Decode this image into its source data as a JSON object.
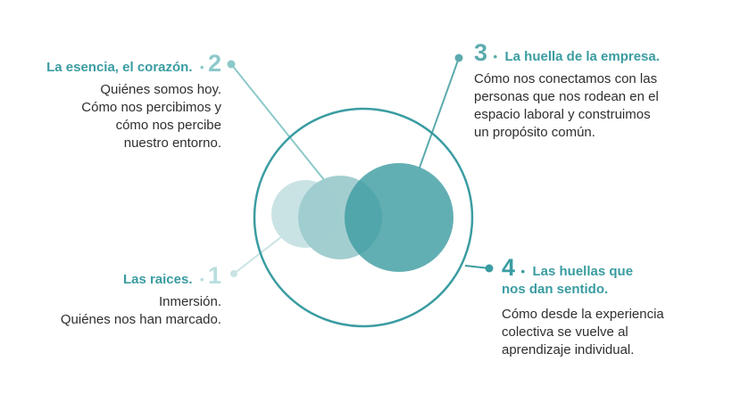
{
  "colors": {
    "teal_dark": "#3a9ca1",
    "teal_mid": "#5daaae",
    "teal_light": "#9ecbce",
    "teal_pale": "#c9e3e4",
    "connector": "#8cc9ca",
    "text": "#2f2f2f",
    "num_pale": "#b9dede"
  },
  "items": [
    {
      "number": "1",
      "dot": "•",
      "title": "Las raices.",
      "body": [
        "Inmersión.",
        "Quiénes nos han marcado."
      ]
    },
    {
      "number": "2",
      "dot": "•",
      "title": "La esencia, el corazón.",
      "body": [
        "Quiénes somos hoy.",
        "Cómo nos percibimos y",
        "cómo nos percibe",
        "nuestro entorno."
      ]
    },
    {
      "number": "3",
      "dot": "•",
      "title": "La huella de la empresa.",
      "body": [
        "Cómo nos conectamos con las",
        "personas que nos rodean en el",
        "espacio laboral y construimos",
        "un propósito común."
      ]
    },
    {
      "number": "4",
      "dot": "•",
      "title_lines": [
        "Las huellas que",
        "nos dan sentido."
      ],
      "body": [
        "Cómo desde la experiencia",
        "colectiva se vuelve al",
        "aprendizaje individual."
      ]
    }
  ]
}
